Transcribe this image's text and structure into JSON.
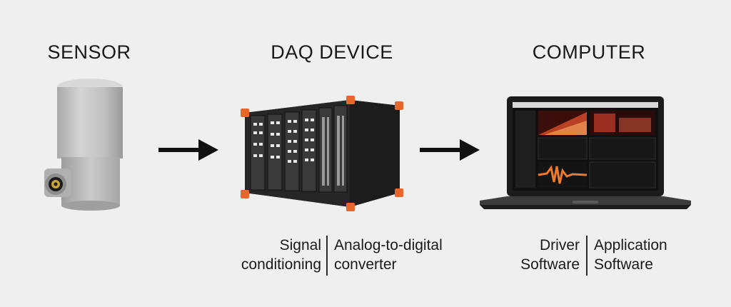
{
  "stages": {
    "sensor": {
      "title": "SENSOR"
    },
    "daq": {
      "title": "DAQ DEVICE"
    },
    "computer": {
      "title": "COMPUTER"
    }
  },
  "captions": {
    "daq_left": {
      "line1": "Signal",
      "line2": "conditioning"
    },
    "daq_right": {
      "line1": "Analog-to-digital",
      "line2": "converter"
    },
    "computer_left": {
      "line1": "Driver",
      "line2": "Software"
    },
    "computer_right": {
      "line1": "Application",
      "line2": "Software"
    }
  },
  "colors": {
    "background": "#efefef",
    "accent": "#e8662a",
    "text": "#1a1a1a"
  },
  "icons": {
    "arrow": "right-arrow-icon",
    "sensor": "accelerometer-sensor-icon",
    "daq": "daq-device-icon",
    "computer": "laptop-icon"
  }
}
